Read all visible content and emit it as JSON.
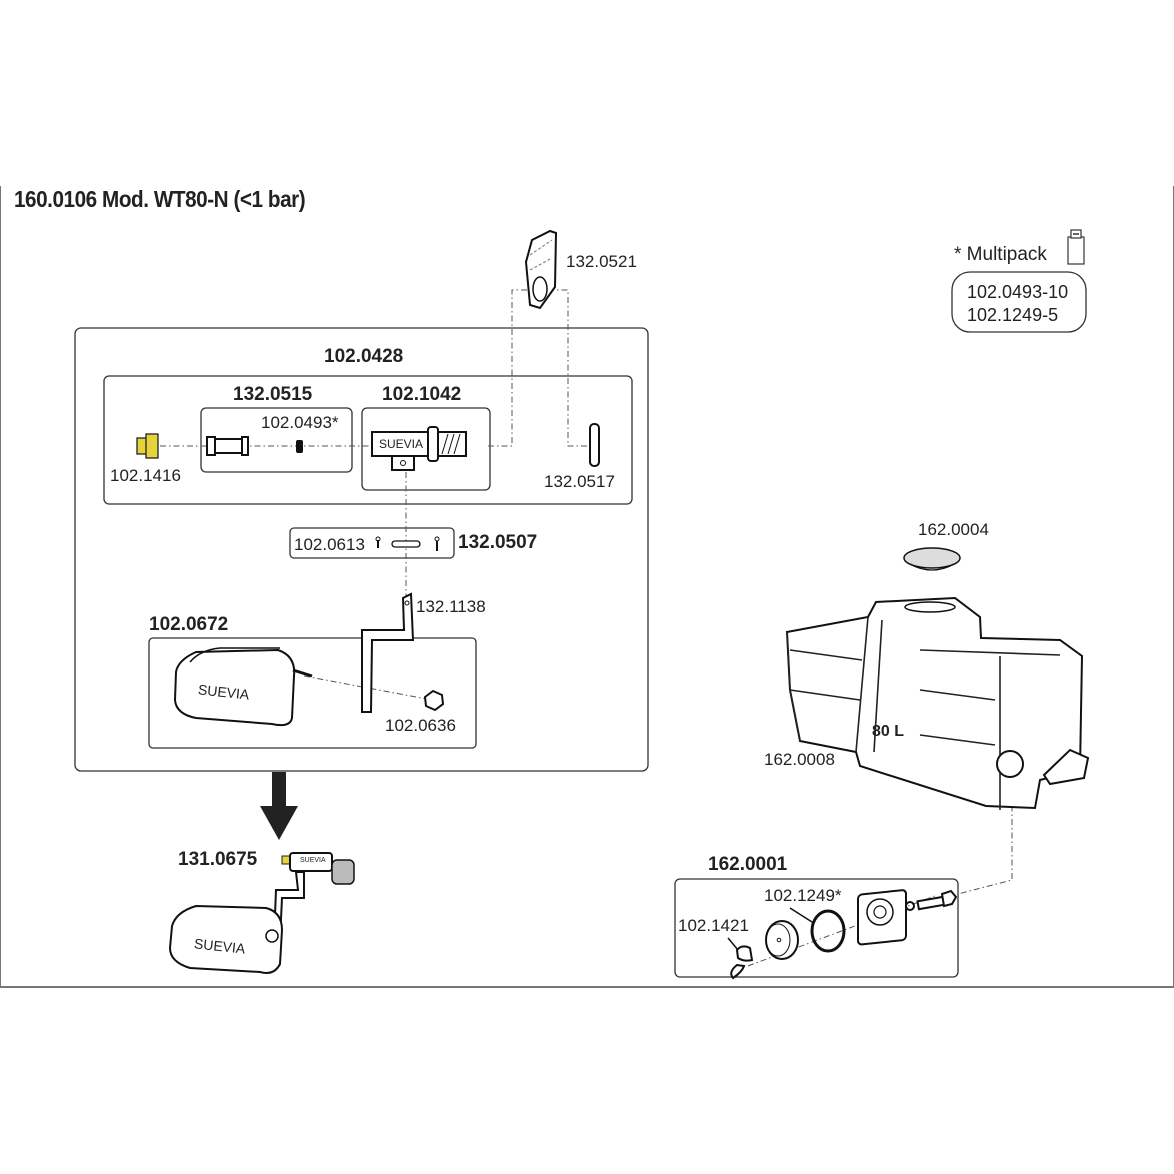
{
  "title": "160.0106 Mod. WT80-N (<1 bar)",
  "multipack": {
    "heading": "* Multipack",
    "icon": "package-box-icon",
    "items": [
      "102.0493-10",
      "102.1249-5"
    ]
  },
  "groups": {
    "main_assembly": "102.0428",
    "cartridge": "132.0515",
    "valve_body": "102.1042",
    "pin_set": "132.0507",
    "float_set": "102.0672",
    "complete_valve": "131.0675",
    "drain_set": "162.0001"
  },
  "parts": {
    "bracket": "132.0521",
    "seal_ring": "102.0493*",
    "nozzle": "102.1416",
    "nut": "132.0517",
    "split_pin": "102.0613",
    "lever": "132.1138",
    "lock_nut": "102.0636",
    "lid": "162.0004",
    "trough": "162.0008",
    "o_ring": "102.1249*",
    "wing_nut": "102.1421"
  },
  "brand_marks": {
    "valve": "SUEVIA",
    "float": "SUEVIA",
    "float_complete": "SUEVIA",
    "valve_complete": "SUEVIA"
  },
  "capacity": "80 L"
}
